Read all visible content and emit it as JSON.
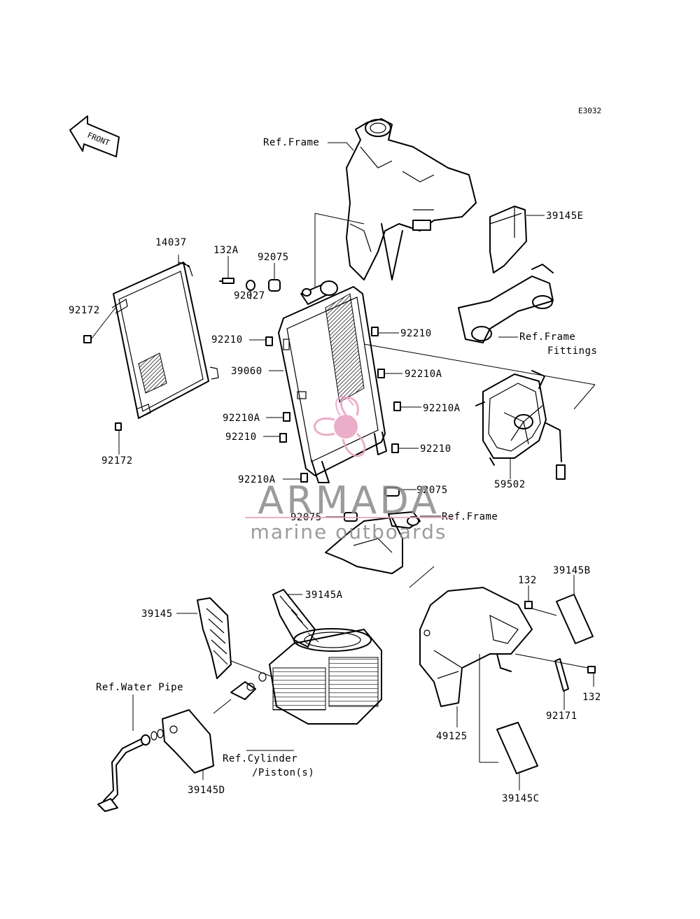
{
  "diagram_code": "E3032",
  "front_arrow_label": "FRONT",
  "callouts": [
    {
      "id": "ref-frame-top",
      "text": "Ref.Frame"
    },
    {
      "id": "39145E",
      "text": "39145E"
    },
    {
      "id": "14037",
      "text": "14037"
    },
    {
      "id": "132A",
      "text": "132A"
    },
    {
      "id": "92075-top",
      "text": "92075"
    },
    {
      "id": "92027",
      "text": "92027"
    },
    {
      "id": "92172-top",
      "text": "92172"
    },
    {
      "id": "92210-left-1",
      "text": "92210"
    },
    {
      "id": "92210-right-1",
      "text": "92210"
    },
    {
      "id": "ref-frame-fittings-1",
      "text": "Ref.Frame"
    },
    {
      "id": "ref-frame-fittings-2",
      "text": "Fittings"
    },
    {
      "id": "39060",
      "text": "39060"
    },
    {
      "id": "92210A-right-1",
      "text": "92210A"
    },
    {
      "id": "92210A-right-2",
      "text": "92210A"
    },
    {
      "id": "92210A-left-1",
      "text": "92210A"
    },
    {
      "id": "92210-left-2",
      "text": "92210"
    },
    {
      "id": "92210-right-2",
      "text": "92210"
    },
    {
      "id": "92172-bottom",
      "text": "92172"
    },
    {
      "id": "59502",
      "text": "59502"
    },
    {
      "id": "92210A-left-2",
      "text": "92210A"
    },
    {
      "id": "92075-right",
      "text": "92075"
    },
    {
      "id": "92075-left",
      "text": "92075"
    },
    {
      "id": "ref-frame-bottom",
      "text": "Ref.Frame"
    },
    {
      "id": "132-top",
      "text": "132"
    },
    {
      "id": "39145B",
      "text": "39145B"
    },
    {
      "id": "39145A",
      "text": "39145A"
    },
    {
      "id": "39145",
      "text": "39145"
    },
    {
      "id": "ref-water-pipe",
      "text": "Ref.Water Pipe"
    },
    {
      "id": "132-bottom",
      "text": "132"
    },
    {
      "id": "92171",
      "text": "92171"
    },
    {
      "id": "49125",
      "text": "49125"
    },
    {
      "id": "ref-cylinder-1",
      "text": "Ref.Cylinder"
    },
    {
      "id": "ref-cylinder-2",
      "text": "/Piston(s)"
    },
    {
      "id": "39145D",
      "text": "39145D"
    },
    {
      "id": "39145C",
      "text": "39145C"
    }
  ],
  "watermark": {
    "title": "ARMADA",
    "subtitle": "marine outboards",
    "accent_color": "#e8a0c0",
    "text_color": "#8a8a8a"
  }
}
